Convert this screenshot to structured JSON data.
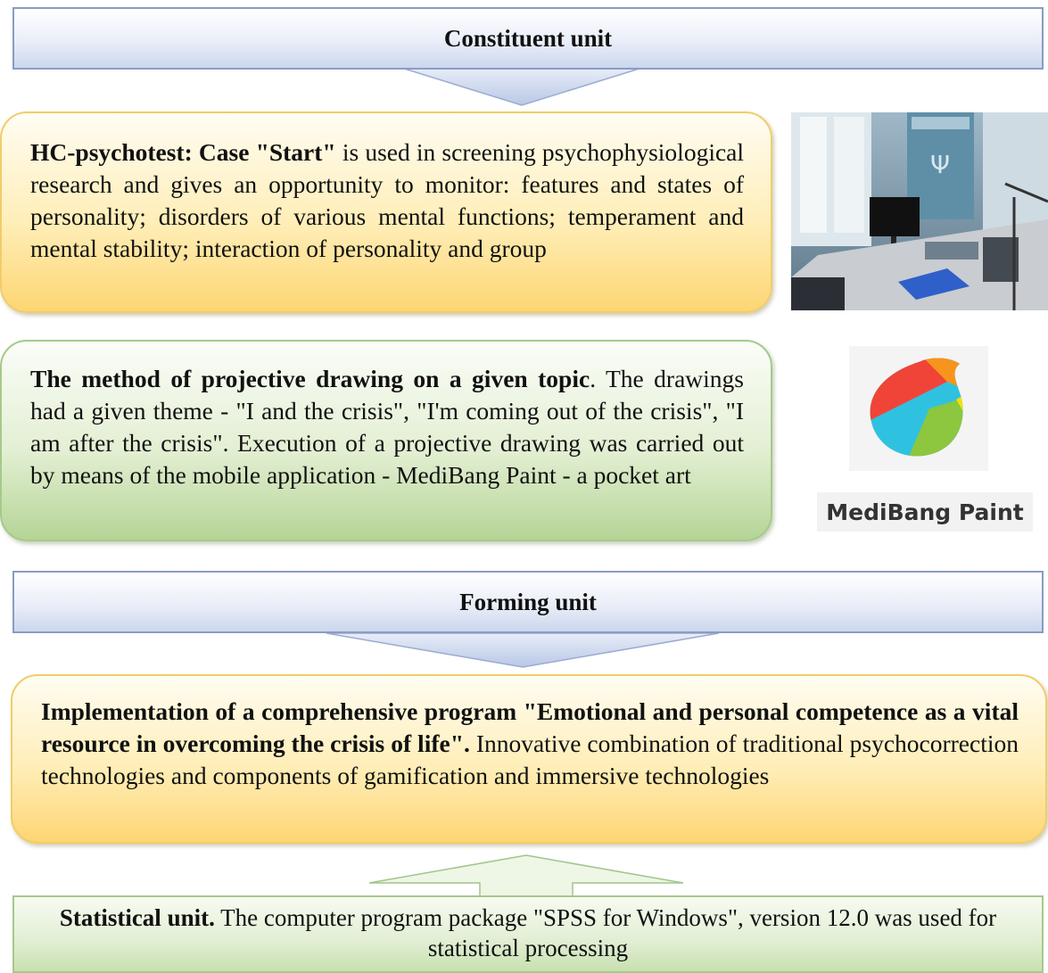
{
  "constituent": {
    "header": "Constituent unit"
  },
  "hc_box": {
    "lead": "HC-psychotest: Case \"Start\"",
    "text": " is used in screening psychophysiological research and gives an opportunity to monitor: features and states of personality; disorders of various mental functions; temperament and mental stability; interaction of personality and group"
  },
  "drawing_box": {
    "lead": "The method of projective drawing on a given topic",
    "text": ". The drawings had a given theme - \"I and the crisis\", \"I'm coming out of the crisis\", \"I am after the crisis\". Execution of a projective drawing was carried out by means of the mobile application - MediBang Paint - a pocket art"
  },
  "logo": {
    "caption": "MediBang Paint"
  },
  "forming": {
    "header": "Forming unit"
  },
  "program_box": {
    "lead": "Implementation of a comprehensive program \"Emotional and personal competence as a vital resource in overcoming the crisis of life\".",
    "text": " Innovative combination of traditional psychocorrection technologies and components of gamification and immersive technologies"
  },
  "statistical": {
    "lead": "Statistical unit.",
    "text": " The computer program package \"SPSS for Windows\", version 12.0 was used for statistical processing"
  },
  "colors": {
    "header_border": "#8a9cc4",
    "yellow_box": "#fdd673",
    "green_box": "#b5d596"
  }
}
